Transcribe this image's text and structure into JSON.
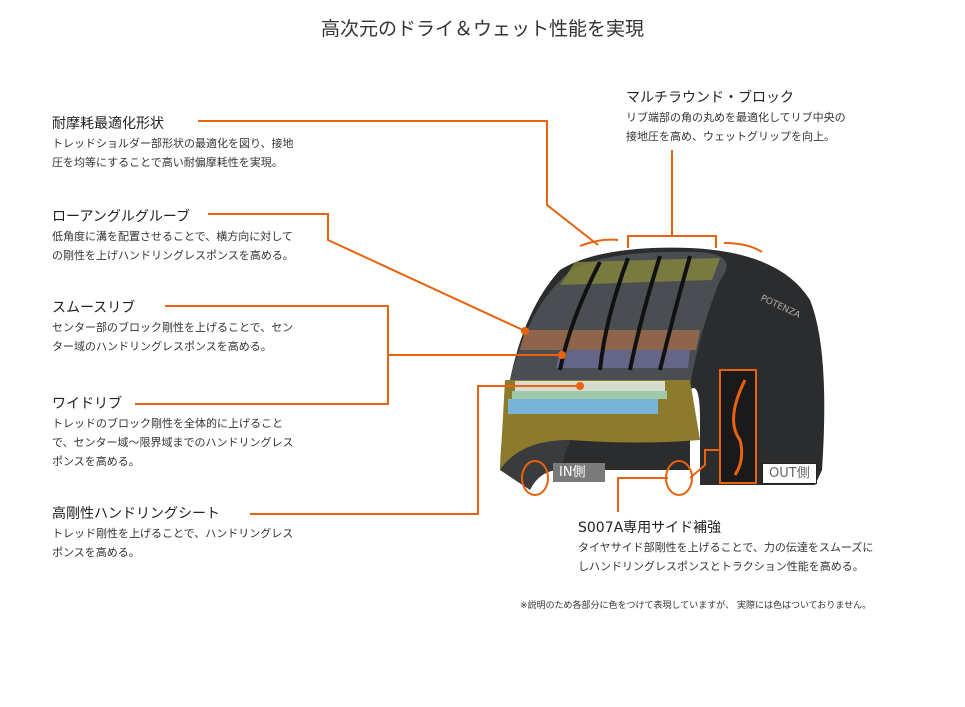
{
  "title": "高次元のドライ＆ウェット性能を実現",
  "features": [
    {
      "heading": "耐摩耗最適化形状",
      "lines": [
        "トレッドショルダー部形状の最適化を図り、接地",
        "圧を均等にすることで高い耐偏摩耗性を実現。"
      ]
    },
    {
      "heading": "ローアングルグルーブ",
      "lines": [
        "低角度に溝を配置させることで、横方向に対して",
        "の剛性を上げハンドリングレスポンスを高める。"
      ]
    },
    {
      "heading": "スムースリブ",
      "lines": [
        "センター部のブロック剛性を上げることで、セン",
        "ター域のハンドリングレスポンスを高める。"
      ]
    },
    {
      "heading": "ワイドリブ",
      "lines": [
        "トレッドのブロック剛性を全体的に上げること",
        "で、センター域〜限界域までのハンドリングレス",
        "ポンスを高める。"
      ]
    },
    {
      "heading": "高剛性ハンドリングシート",
      "lines": [
        "トレッド剛性を上げることで、ハンドリングレス",
        "ポンスを高める。"
      ]
    },
    {
      "heading": "マルチラウンド・ブロック",
      "lines": [
        "リブ端部の角の丸めを最適化してリブ中央の",
        "接地圧を高め、ウェットグリップを向上。"
      ]
    },
    {
      "heading": "S007A専用サイド補強",
      "lines": [
        "タイヤサイド部剛性を上げることで、力の伝達をスムーズに",
        "しハンドリングレスポンスとトラクション性能を高める。"
      ]
    }
  ],
  "tags": {
    "in": "IN側",
    "out": "OUT側"
  },
  "tire_brand": "POTENZA",
  "note": "※説明のため各部分に色をつけて表現していますが、 実際には色はついておりません。",
  "colors": {
    "accent": "#e8620f",
    "text": "#333333"
  }
}
